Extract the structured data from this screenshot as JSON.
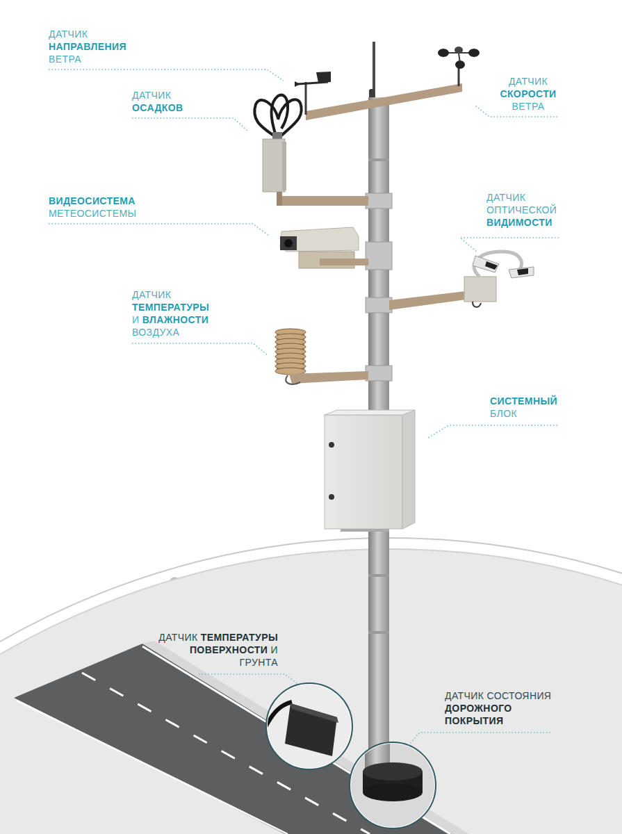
{
  "diagram": {
    "labels": [
      "ДАТЧИК НАПРАВЛЕНИЯ ВЕТРА",
      "ДАТЧИК ОСАДКОВ",
      "ДАТЧИК СКОРОСТИ ВЕТРА",
      "ВИДЕОСИСТЕМА МЕТЕОСИСТЕМЫ",
      "ДАТЧИК ОПТИЧЕСКОЙ ВИДИМОСТИ",
      "ДАТЧИК ТЕМПЕРАТУРЫ И ВЛАЖНОСТИ ВОЗДУХА",
      "СИСТЕМНЫЙ БЛОК",
      "ДАТЧИК ТЕМПЕРАТУРЫ ПОВЕРХНОСТИ И ГРУНТА",
      "ДАТЧИК СОСТОЯНИЯ ДОРОЖНОГО ПОКРЫТИЯ"
    ]
  }
}
